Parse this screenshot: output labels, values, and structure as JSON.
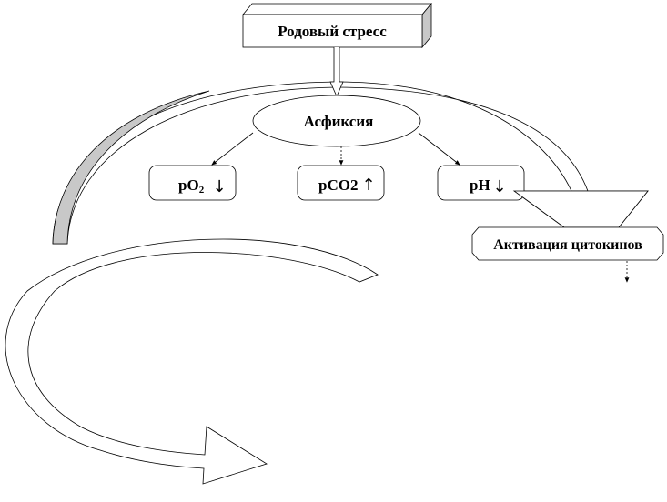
{
  "diagram": {
    "nodes": {
      "birth_stress": {
        "label": "Родовый стресс"
      },
      "asphyxia": {
        "label": "Асфиксия"
      },
      "po2": {
        "label": "pO",
        "subscript": "2",
        "arrow": "↓"
      },
      "pco2": {
        "label": "pCO2",
        "arrow": "↑"
      },
      "ph": {
        "label": "pH",
        "arrow": "↓"
      },
      "cytokines": {
        "label": "Активация цитокинов"
      }
    },
    "edges": [
      {
        "from": "birth_stress",
        "to": "asphyxia",
        "style": "hollow-arrow"
      },
      {
        "from": "asphyxia",
        "to": "po2",
        "style": "thin-arrow"
      },
      {
        "from": "asphyxia",
        "to": "pco2",
        "style": "dotted-arrow"
      },
      {
        "from": "asphyxia",
        "to": "ph",
        "style": "thin-arrow"
      },
      {
        "from": "top-arc",
        "to": "cytokines",
        "style": "big-curved-arrow"
      },
      {
        "from": "cytokines",
        "to": "below",
        "style": "dotted-arrow"
      },
      {
        "from": "left-loop",
        "to": "bottom",
        "style": "big-curved-arrow"
      }
    ],
    "colors": {
      "arc_shade": "#c8c8c8",
      "stroke": "#000000",
      "fill": "#ffffff"
    }
  }
}
